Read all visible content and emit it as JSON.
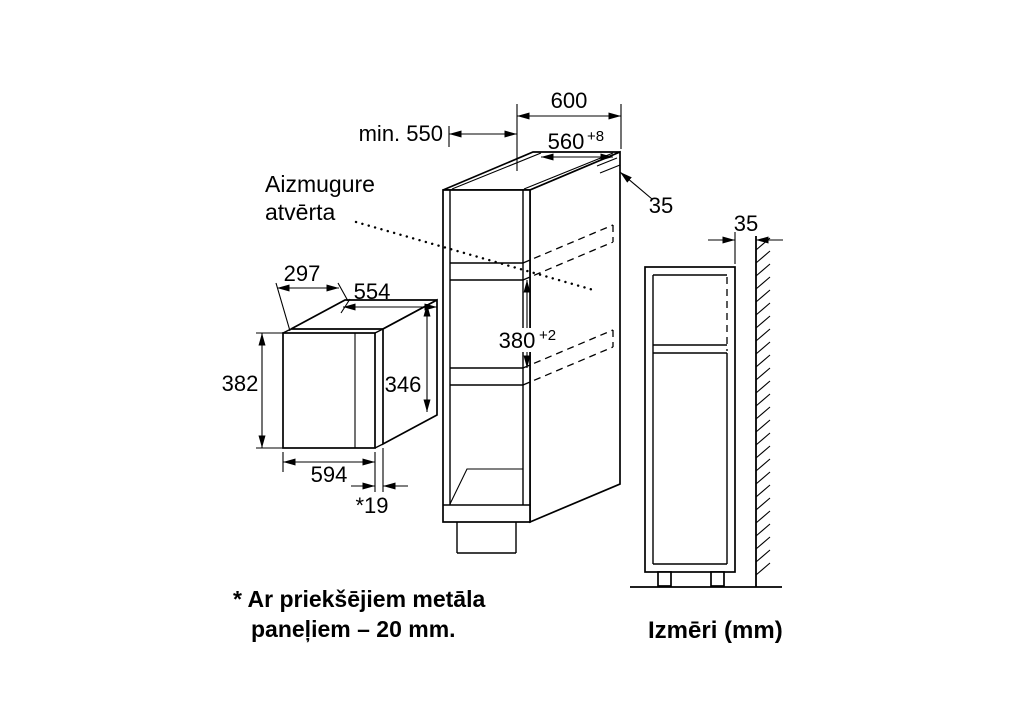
{
  "diagram": {
    "notes": {
      "back_open_1": "Aizmugure",
      "back_open_2": "atvērta",
      "footnote_1": "* Ar priekšējiem metāla",
      "footnote_2": "paneļiem – 20 mm.",
      "units": "Izmēri (mm)"
    },
    "dims": {
      "cabinet_depth": "600",
      "niche_depth": "min. 550",
      "niche_width": "560",
      "niche_width_tol": "+8",
      "niche_height": "380",
      "niche_height_tol": "+2",
      "rear_clearance": "35",
      "wall_clearance": "35",
      "device_depth": "297",
      "device_body_width": "554",
      "device_front_height": "382",
      "device_body_height": "346",
      "device_front_width": "594",
      "front_panel_offset": "*19"
    },
    "colors": {
      "line": "#000000",
      "background": "#ffffff"
    }
  }
}
